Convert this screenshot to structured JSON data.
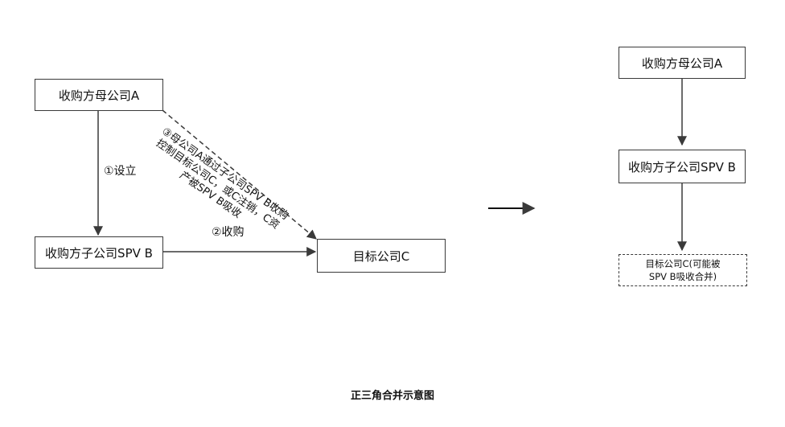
{
  "left_diagram": {
    "parent": "收购方母公司A",
    "spv": "收购方子公司SPV B",
    "target": "目标公司C",
    "edge_setup": "①设立",
    "edge_acquire": "②收购",
    "edge_control_line1": "③母公司A通过子公司SPV B收购",
    "edge_control_line2": "控制目标公司C，或C注销，C资",
    "edge_control_line3": "产被SPV B吸收"
  },
  "right_diagram": {
    "parent": "收购方母公司A",
    "spv": "收购方子公司SPV B",
    "target_line1": "目标公司C(可能被",
    "target_line2": "SPV B吸收合并)"
  },
  "caption": "正三角合并示意图",
  "colors": {
    "line": "#3a3a3a",
    "text": "#111111",
    "background": "#ffffff"
  }
}
